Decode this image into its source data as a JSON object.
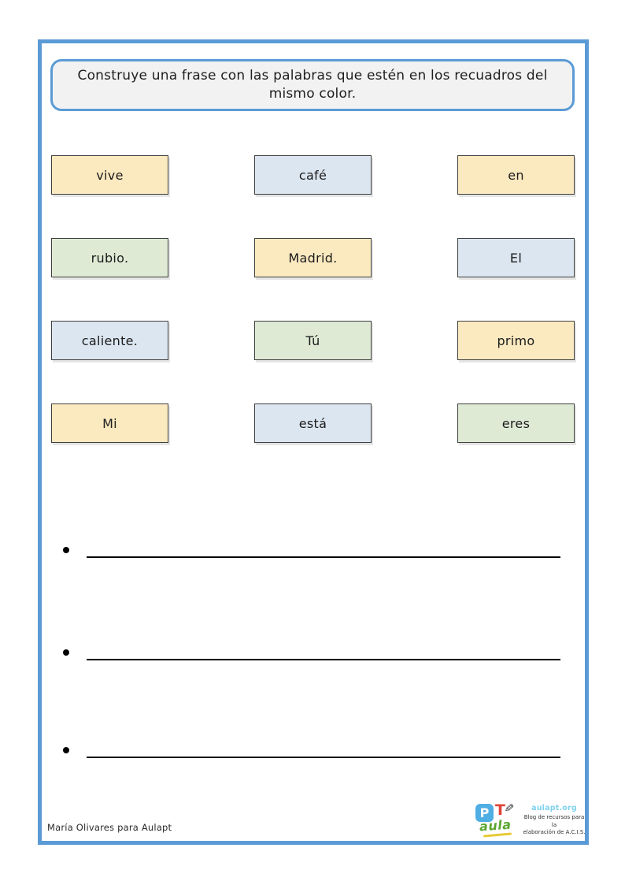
{
  "instruction": {
    "text": "Construye una frase con las palabras que estén en los recuadros del mismo color."
  },
  "colors": {
    "frame_blue": "#5B9BD5",
    "instruction_bg": "#F2F2F2",
    "card_yellow": "#FBE9C0",
    "card_blue": "#DCE6F1",
    "card_green": "#DFEAD5",
    "card_border": "#3F3F3F",
    "answer_line_black": "#000000",
    "logo_blue": "#4FAEE3",
    "logo_red": "#E04438",
    "logo_green": "#5BA832",
    "logo_site_cyan": "#7FD2EE"
  },
  "word_cards": [
    {
      "label": "vive",
      "color": "yellow"
    },
    {
      "label": "café",
      "color": "blue"
    },
    {
      "label": "en",
      "color": "yellow"
    },
    {
      "label": "rubio.",
      "color": "green"
    },
    {
      "label": "Madrid.",
      "color": "yellow"
    },
    {
      "label": "El",
      "color": "blue"
    },
    {
      "label": "caliente.",
      "color": "blue"
    },
    {
      "label": "Tú",
      "color": "green"
    },
    {
      "label": "primo",
      "color": "yellow"
    },
    {
      "label": "Mi",
      "color": "yellow"
    },
    {
      "label": "está",
      "color": "blue"
    },
    {
      "label": "eres",
      "color": "green"
    }
  ],
  "answers": {
    "count": 3
  },
  "footer": {
    "credit": "María Olivares para Aulapt",
    "logo": {
      "p": "P",
      "t": "T",
      "aula": "aula",
      "pencil": "✎",
      "site": "aulapt.org",
      "tagline1": "Blog de recursos para la",
      "tagline2": "elaboración de A.C.I.S."
    }
  }
}
